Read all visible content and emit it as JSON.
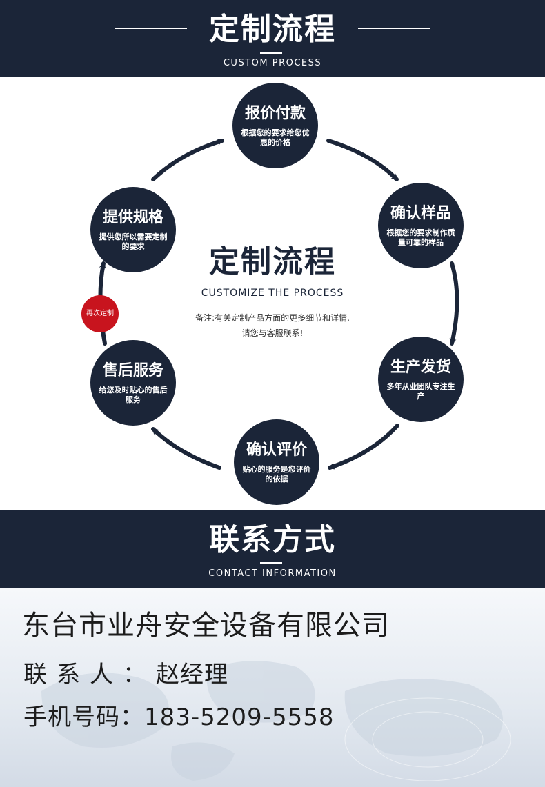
{
  "process_banner": {
    "title": "定制流程",
    "subtitle": "CUSTOM PROCESS"
  },
  "center": {
    "title": "定制流程",
    "subtitle": "CUSTOMIZE THE PROCESS",
    "note_line1": "备注:有关定制产品方面的更多细节和详情,",
    "note_line2": "请您与客服联系!"
  },
  "steps": [
    {
      "title": "报价付款",
      "desc": "根据您的要求给您优惠的价格"
    },
    {
      "title": "确认样品",
      "desc": "根据您的要求制作质量可靠的样品"
    },
    {
      "title": "生产发货",
      "desc": "多年从业团队专注生产"
    },
    {
      "title": "确认评价",
      "desc": "贴心的服务是您评价的依据"
    },
    {
      "title": "售后服务",
      "desc": "给您及时贴心的售后服务"
    },
    {
      "title": "提供规格",
      "desc": "提供您所以需要定制的要求"
    }
  ],
  "again_badge": "再次定制",
  "contact_banner": {
    "title": "联系方式",
    "subtitle": "CONTACT INFORMATION"
  },
  "contact": {
    "company": "东台市业舟安全设备有限公司",
    "person_label": "联系人：",
    "person_value": "赵经理",
    "phone_label": "手机号码：",
    "phone_value": "183-5209-5558"
  },
  "colors": {
    "navy": "#1b2538",
    "red": "#c8141e",
    "white": "#ffffff"
  }
}
